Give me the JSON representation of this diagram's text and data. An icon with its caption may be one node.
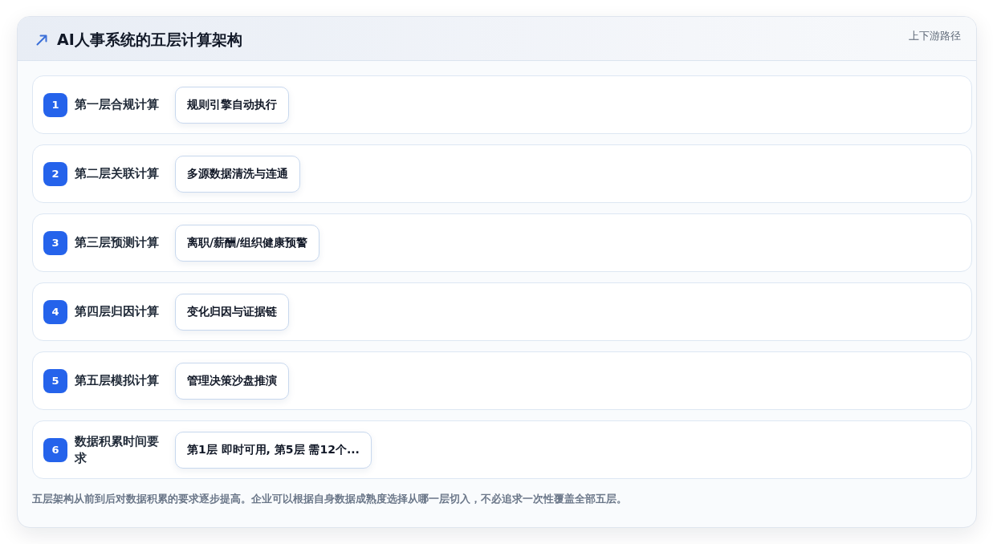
{
  "diagram": {
    "title": "AI人事系统的五层计算架构",
    "nodes": [
      {
        "text": [
          "第一层合规计算"
        ]
      },
      {
        "text": [
          "1"
        ],
        "in": 0
      },
      {
        "text": [
          "规则引擎自动执行"
        ],
        "in": 0
      },
      {
        "text": [
          "第二层关联计算"
        ]
      },
      {
        "text": [
          "2"
        ],
        "in": 3
      },
      {
        "text": [
          "多源数据清洗与连通"
        ],
        "in": 3
      },
      {
        "text": [
          "第三层预测计算"
        ]
      },
      {
        "text": [
          "3"
        ],
        "in": 6
      },
      {
        "text": [
          "离职/薪酬/组织健康预警"
        ],
        "in": 6
      },
      {
        "text": [
          "第四层归因计算"
        ]
      },
      {
        "text": [
          "4"
        ],
        "in": 9
      },
      {
        "text": [
          "变化归因与证据链"
        ],
        "in": 9
      },
      {
        "text": [
          "第五层模拟计算"
        ]
      },
      {
        "text": [
          "5"
        ],
        "in": 12
      },
      {
        "text": [
          "管理决策沙盘推演"
        ],
        "in": 12
      },
      {
        "text": [
          "数据积累时间要求"
        ]
      },
      {
        "text": [
          "6"
        ],
        "in": 15
      },
      {
        "text": [
          "第1层 即时可用, 第5层 需12个..."
        ],
        "in": 15
      }
    ],
    "labels": [
      "上下游路径"
    ],
    "caption": "五层架构从前到后对数据积累的要求逐步提高。企业可以根据自身数据成熟度选择从哪一层切入，不必追求一次性覆盖全部五层。"
  }
}
